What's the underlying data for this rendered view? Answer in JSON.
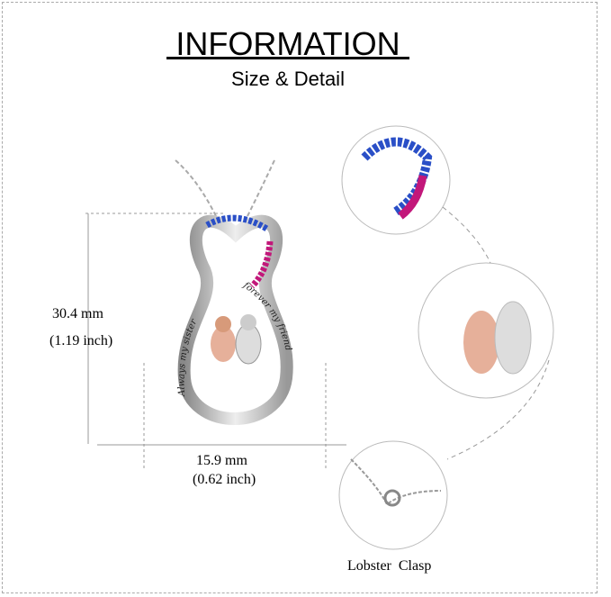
{
  "header": {
    "title": "INFORMATION",
    "subtitle": "Size & Detail"
  },
  "dimensions": {
    "height_mm": "30.4 mm",
    "height_inch": "(1.19 inch)",
    "width_mm": "15.9 mm",
    "width_inch": "(0.62 inch)"
  },
  "pendant": {
    "text_left": "Always my sister",
    "text_right": "forever my friend"
  },
  "details": {
    "clasp_label": "Lobster  Clasp"
  }
}
